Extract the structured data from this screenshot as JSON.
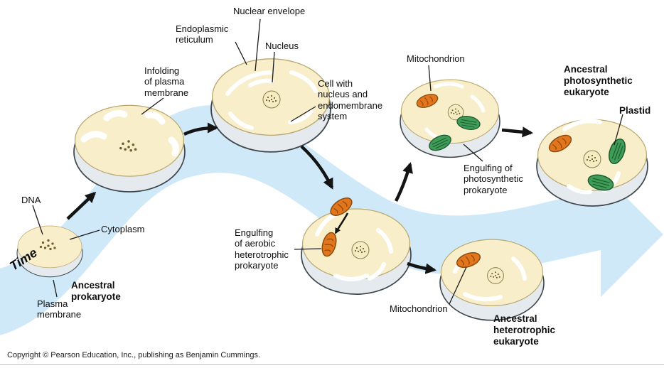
{
  "labels": {
    "nuclear_envelope": "Nuclear envelope",
    "endoplasmic_reticulum": "Endoplasmic\nreticulum",
    "nucleus": "Nucleus",
    "infolding": "Infolding\nof plasma\nmembrane",
    "cell_with_nucleus": "Cell with\nnucleus and\nendomembrane\nsystem",
    "mitochondrion_top": "Mitochondrion",
    "ancestral_photosynthetic": "Ancestral\nphotosynthetic\neukaryote",
    "plastid": "Plastid",
    "engulfing_photosynthetic": "Engulfing of\nphotosynthetic\nprokaryote",
    "dna": "DNA",
    "cytoplasm": "Cytoplasm",
    "time": "Time",
    "ancestral_prokaryote": "Ancestral\nprokaryote",
    "plasma_membrane": "Plasma\nmembrane",
    "engulfing_aerobic": "Engulfing\nof aerobic\nheterotrophic\nprokaryote",
    "mitochondrion_bottom": "Mitochondrion",
    "ancestral_heterotrophic": "Ancestral\nheterotrophic\neukaryote"
  },
  "footer": {
    "copyright": "Copyright © Pearson Education, Inc., publishing as Benjamin Cummings."
  },
  "colors": {
    "timeline_arrow": "#cfe9f9",
    "cell_body": "#f9eeca",
    "cell_membrane": "#e4eaee",
    "mitochondrion": "#e2761c",
    "plastid": "#3f9d58"
  }
}
